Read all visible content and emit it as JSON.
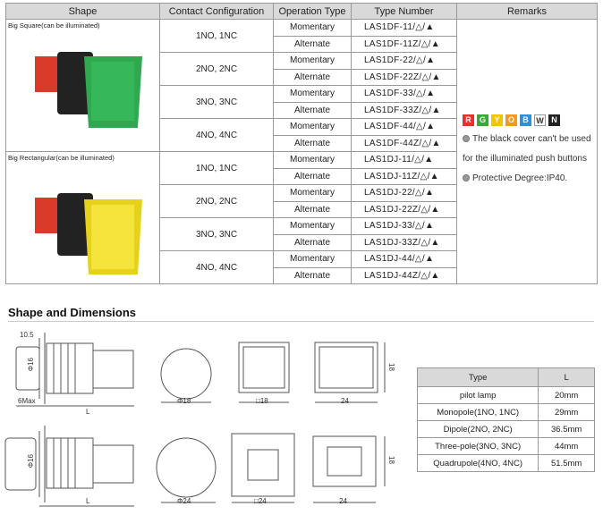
{
  "headers": [
    "Shape",
    "Contact Configuration",
    "Operation Type",
    "Type Number",
    "Remarks"
  ],
  "square": {
    "label": "Big Square(can be illuminated)",
    "rows": [
      {
        "config": "1NO, 1NC",
        "ops": [
          [
            "Momentary",
            "LAS1DF-11/△/▲"
          ],
          [
            "Alternate",
            "LAS1DF-11Z/△/▲"
          ]
        ]
      },
      {
        "config": "2NO, 2NC",
        "ops": [
          [
            "Momentary",
            "LAS1DF-22/△/▲"
          ],
          [
            "Alternate",
            "LAS1DF-22Z/△/▲"
          ]
        ]
      },
      {
        "config": "3NO, 3NC",
        "ops": [
          [
            "Momentary",
            "LAS1DF-33/△/▲"
          ],
          [
            "Alternate",
            "LAS1DF-33Z/△/▲"
          ]
        ]
      },
      {
        "config": "4NO, 4NC",
        "ops": [
          [
            "Momentary",
            "LAS1DF-44/△/▲"
          ],
          [
            "Alternate",
            "LAS1DF-44Z/△/▲"
          ]
        ]
      }
    ]
  },
  "rect": {
    "label": "Big Rectangular(can be illuminated)",
    "rows": [
      {
        "config": "1NO, 1NC",
        "ops": [
          [
            "Momentary",
            "LAS1DJ-11/△/▲"
          ],
          [
            "Alternate",
            "LAS1DJ-11Z/△/▲"
          ]
        ]
      },
      {
        "config": "2NO, 2NC",
        "ops": [
          [
            "Momentary",
            "LAS1DJ-22/△/▲"
          ],
          [
            "Alternate",
            "LAS1DJ-22Z/△/▲"
          ]
        ]
      },
      {
        "config": "3NO, 3NC",
        "ops": [
          [
            "Momentary",
            "LAS1DJ-33/△/▲"
          ],
          [
            "Alternate",
            "LAS1DJ-33Z/△/▲"
          ]
        ]
      },
      {
        "config": "4NO, 4NC",
        "ops": [
          [
            "Momentary",
            "LAS1DJ-44/△/▲"
          ],
          [
            "Alternate",
            "LAS1DJ-44Z/△/▲"
          ]
        ]
      }
    ]
  },
  "remarks": {
    "colors": [
      {
        "letter": "R",
        "color": "#e8312a"
      },
      {
        "letter": "G",
        "color": "#3aa935"
      },
      {
        "letter": "Y",
        "color": "#f2c500"
      },
      {
        "letter": "O",
        "color": "#f39a1e"
      },
      {
        "letter": "B",
        "color": "#2f8fd8"
      },
      {
        "letter": "W",
        "color": "#ffffff"
      },
      {
        "letter": "N",
        "color": "#222222"
      }
    ],
    "note1": "The black cover can't be used for the illuminated push buttons",
    "note2": "Protective Degree:IP40."
  },
  "section_title": "Shape and Dimensions",
  "drawing_labels": {
    "a": "10.5",
    "b": "Φ16",
    "c": "6Max",
    "d": "L",
    "e": "Φ18",
    "f": "□18",
    "g": "24",
    "h": "18",
    "i": "Φ16",
    "j": "L",
    "k": "Φ24",
    "l": "□24",
    "m": "24",
    "n": "18"
  },
  "dims_table": {
    "headers": [
      "Type",
      "L"
    ],
    "rows": [
      [
        "pilot lamp",
        "20mm"
      ],
      [
        "Monopole(1NO, 1NC)",
        "29mm"
      ],
      [
        "Dipole(2NO, 2NC)",
        "36.5mm"
      ],
      [
        "Three-pole(3NO, 3NC)",
        "44mm"
      ],
      [
        "Quadrupole(4NO, 4NC)",
        "51.5mm"
      ]
    ]
  }
}
